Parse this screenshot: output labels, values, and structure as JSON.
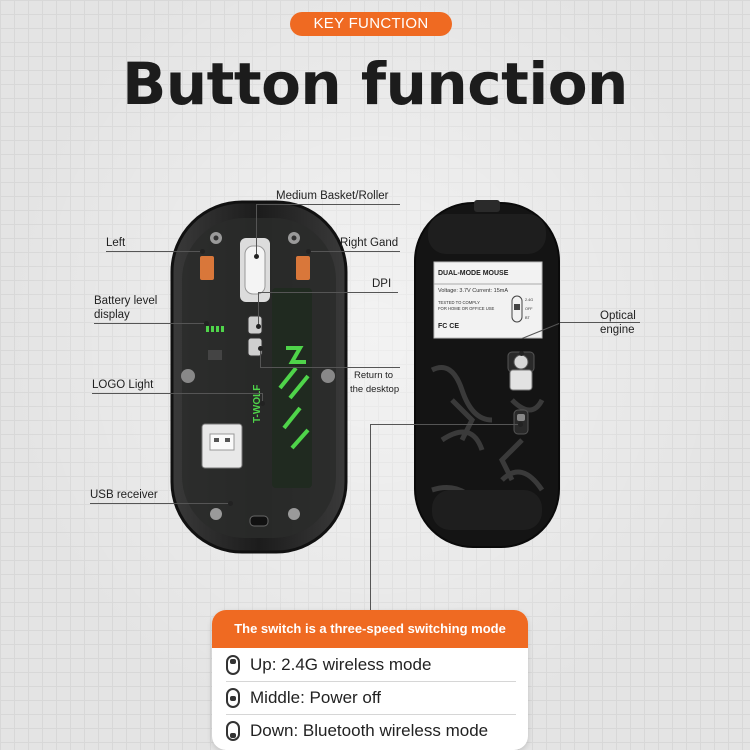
{
  "header": {
    "badge": "KEY FUNCTION",
    "title": "Button function"
  },
  "left_labels": {
    "left": "Left",
    "battery_line1": "Battery level",
    "battery_line2": "display",
    "logo": "LOGO  Light",
    "usb": "USB receiver"
  },
  "center_labels": {
    "roller": "Medium Basket/Roller",
    "right_gand": "Right Gand",
    "dpi": "DPI",
    "return_line1": "Return to",
    "return_line2": "the desktop"
  },
  "right_labels": {
    "optical_line1": "Optical",
    "optical_line2": "engine"
  },
  "mouse_sticker": {
    "title": "DUAL-MODE MOUSE",
    "spec": "Voltage: 3.7V  Current: 15mA",
    "comply_line1": "TESTED TO COMPLY",
    "comply_line2": "FOR HOME OR OFFICE USE",
    "switch_labels": [
      "2.4G",
      "OFF",
      "BT"
    ]
  },
  "mouse_logo": "T-WOLF",
  "switch_card": {
    "heading": "The switch is a three-speed switching mode",
    "modes": [
      {
        "label": "Up: 2.4G wireless mode",
        "position": "up"
      },
      {
        "label": "Middle: Power off",
        "position": "middle"
      },
      {
        "label": "Down: Bluetooth wireless mode",
        "position": "down"
      }
    ]
  },
  "colors": {
    "accent": "#ef6a22",
    "mouse_body": "#1a1a1a",
    "led_green": "#4fd44a",
    "copper": "#d9773a"
  }
}
